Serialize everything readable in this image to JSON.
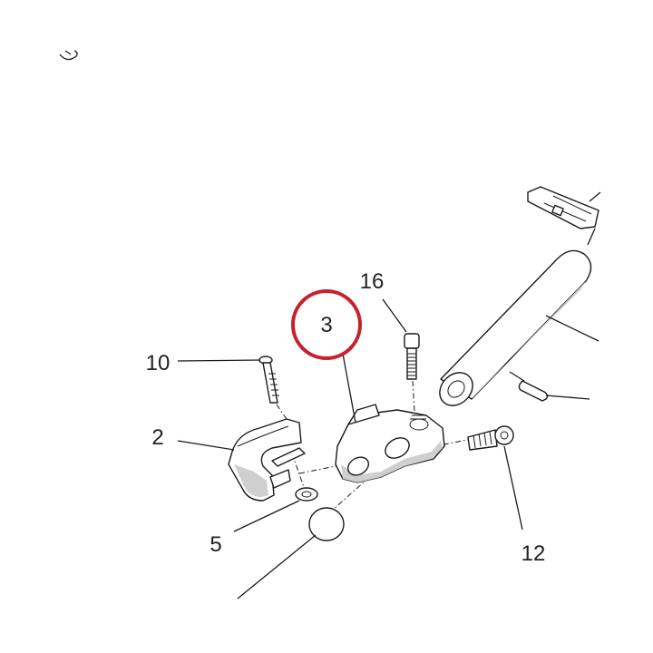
{
  "diagram": {
    "highlight_color": "#c8202e",
    "callouts": {
      "part_3": "3",
      "part_16": "16",
      "part_10": "10",
      "part_2": "2",
      "part_5": "5",
      "part_12": "12"
    }
  }
}
